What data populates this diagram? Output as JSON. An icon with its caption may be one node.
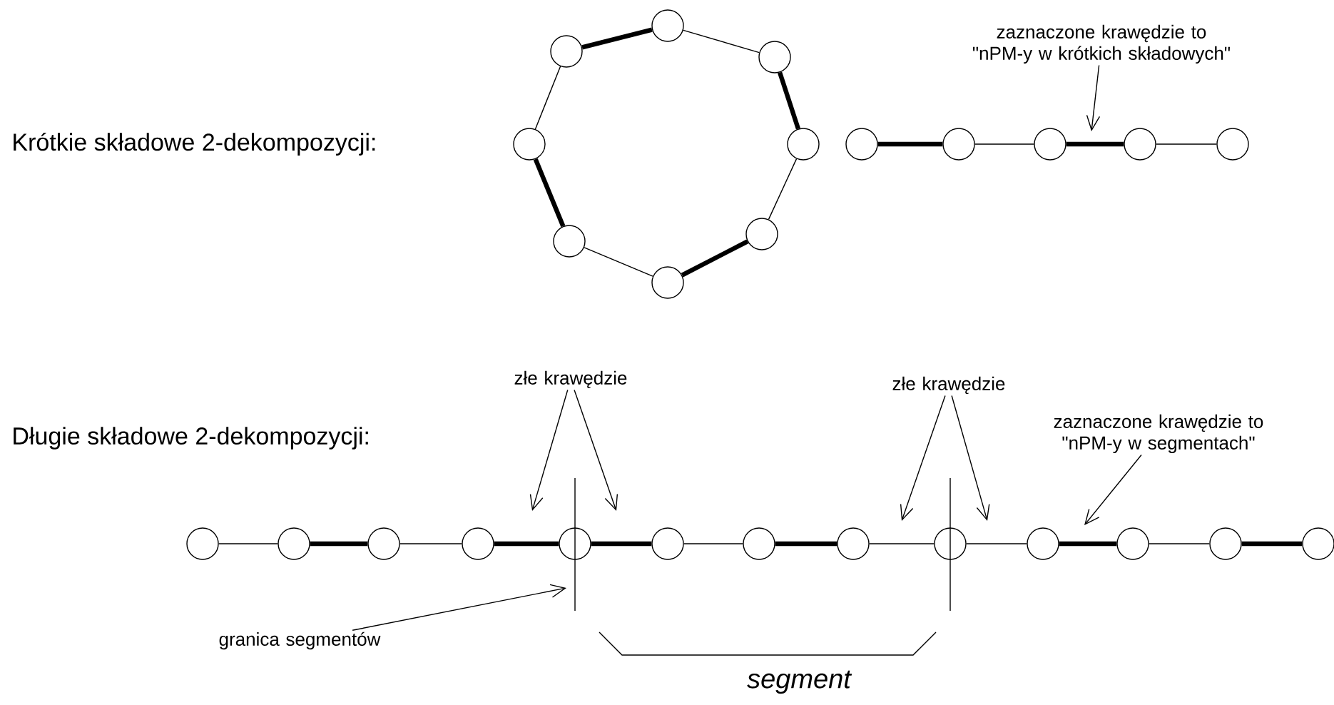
{
  "diagram": {
    "nodes": [
      {
        "text": [],
        "shape": "circle"
      },
      {
        "text": [],
        "shape": "circle"
      },
      {
        "text": [],
        "shape": "circle"
      },
      {
        "text": [],
        "shape": "circle"
      },
      {
        "text": [],
        "shape": "circle"
      },
      {
        "text": [],
        "shape": "circle"
      },
      {
        "text": [],
        "shape": "circle"
      },
      {
        "text": [],
        "shape": "circle"
      },
      {
        "text": [
          "zaznaczone krawędzie to \"nPM-y w krótkich składowych\""
        ]
      },
      {
        "text": [],
        "shape": "circle"
      },
      {
        "text": [],
        "shape": "circle"
      },
      {
        "text": [],
        "shape": "circle"
      },
      {
        "text": [],
        "shape": "circle"
      },
      {
        "text": [],
        "shape": "circle"
      },
      {
        "text": [
          "złe krawędzie"
        ]
      },
      {
        "text": [
          "złe krawędzie"
        ]
      },
      {
        "text": [
          "zaznaczone krawędzie to \"nPM-y w segmentach\""
        ]
      },
      {
        "text": [],
        "shape": "circle"
      },
      {
        "text": [],
        "shape": "circle"
      },
      {
        "text": [],
        "shape": "circle"
      },
      {
        "text": [],
        "shape": "circle"
      },
      {
        "text": [],
        "shape": "circle"
      },
      {
        "text": [],
        "shape": "circle"
      },
      {
        "text": [],
        "shape": "circle"
      },
      {
        "text": [],
        "shape": "circle"
      },
      {
        "text": [],
        "shape": "circle"
      },
      {
        "text": [],
        "shape": "circle"
      },
      {
        "text": [],
        "shape": "circle"
      },
      {
        "text": [],
        "shape": "circle"
      },
      {
        "text": [],
        "shape": "circle"
      },
      {
        "text": [
          "granica segmentów"
        ]
      }
    ],
    "edges": [
      {
        "from": 1,
        "to": 0,
        "arrow": "none",
        "style": "thick"
      },
      {
        "from": 0,
        "to": 2,
        "arrow": "none"
      },
      {
        "from": 2,
        "to": 4,
        "arrow": "none",
        "style": "thick"
      },
      {
        "from": 4,
        "to": 5,
        "arrow": "none"
      },
      {
        "from": 5,
        "to": 7,
        "arrow": "none",
        "style": "thick"
      },
      {
        "from": 7,
        "to": 6,
        "arrow": "none"
      },
      {
        "from": 6,
        "to": 3,
        "arrow": "none",
        "style": "thick"
      },
      {
        "from": 3,
        "to": 1,
        "arrow": "none"
      },
      {
        "from": 9,
        "to": 10,
        "arrow": "none",
        "style": "thick"
      },
      {
        "from": 10,
        "to": 11,
        "arrow": "none"
      },
      {
        "from": 11,
        "to": 12,
        "arrow": "none",
        "style": "thick"
      },
      {
        "from": 12,
        "to": 13,
        "arrow": "none"
      },
      {
        "from": 17,
        "to": 18,
        "arrow": "none"
      },
      {
        "from": 18,
        "to": 19,
        "arrow": "none",
        "style": "thick"
      },
      {
        "from": 19,
        "to": 20,
        "arrow": "none"
      },
      {
        "from": 20,
        "to": 21,
        "arrow": "none",
        "style": "thick"
      },
      {
        "from": 21,
        "to": 22,
        "arrow": "none",
        "style": "thick"
      },
      {
        "from": 22,
        "to": 23,
        "arrow": "none"
      },
      {
        "from": 23,
        "to": 24,
        "arrow": "none",
        "style": "thick"
      },
      {
        "from": 24,
        "to": 25,
        "arrow": "none"
      },
      {
        "from": 25,
        "to": 26,
        "arrow": "none"
      },
      {
        "from": 26,
        "to": 27,
        "arrow": "none",
        "style": "thick"
      },
      {
        "from": 27,
        "to": 28,
        "arrow": "none"
      },
      {
        "from": 28,
        "to": 29,
        "arrow": "none",
        "style": "thick"
      },
      {
        "from": 8,
        "to": null,
        "arrow": "to"
      },
      {
        "from": 14,
        "to": null,
        "arrow": "to"
      },
      {
        "from": 14,
        "to": null,
        "arrow": "to"
      },
      {
        "from": 15,
        "to": null,
        "arrow": "to"
      },
      {
        "from": 15,
        "to": null,
        "arrow": "to"
      },
      {
        "from": 16,
        "to": null,
        "arrow": "to"
      },
      {
        "from": 30,
        "to": null,
        "arrow": "to"
      }
    ],
    "labels": [
      "Krótkie składowe 2-dekompozycji:",
      "Długie składowe 2-dekompozycji:",
      "segment"
    ]
  }
}
